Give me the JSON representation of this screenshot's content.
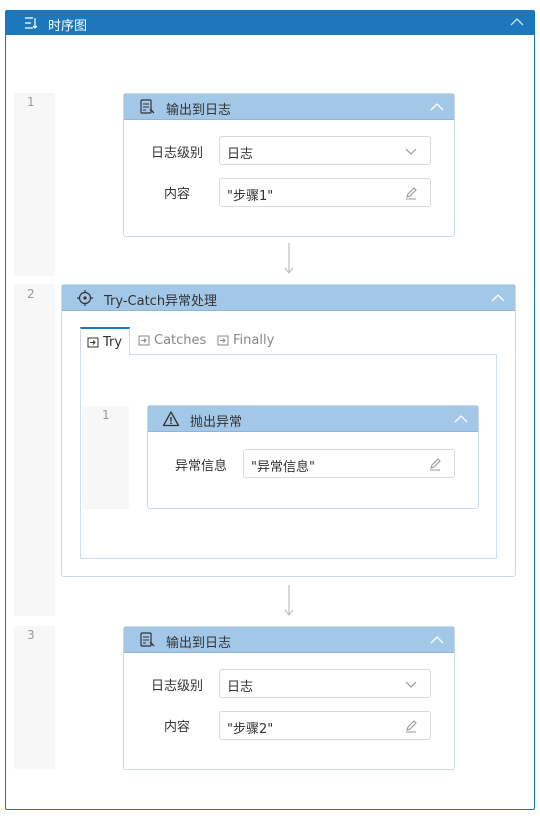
{
  "panel": {
    "title": "时序图",
    "colors": {
      "header": "#1d77bd",
      "card_header": "#a3c7e6"
    }
  },
  "steps": [
    {
      "number": "1",
      "title": "输出到日志",
      "icon": "log-output-icon",
      "fields": [
        {
          "label": "日志级别",
          "value": "日志",
          "control": "select"
        },
        {
          "label": "内容",
          "value": "\"步骤1\"",
          "control": "text"
        }
      ]
    },
    {
      "number": "2",
      "title": "Try-Catch异常处理",
      "icon": "crosshair-icon",
      "tabs": [
        {
          "label": "Try",
          "active": true
        },
        {
          "label": "Catches",
          "active": false
        },
        {
          "label": "Finally",
          "active": false
        }
      ],
      "inner": {
        "number": "1",
        "title": "抛出异常",
        "icon": "warning-icon",
        "fields": [
          {
            "label": "异常信息",
            "value": "\"异常信息\"",
            "control": "text"
          }
        ]
      }
    },
    {
      "number": "3",
      "title": "输出到日志",
      "icon": "log-output-icon",
      "fields": [
        {
          "label": "日志级别",
          "value": "日志",
          "control": "select"
        },
        {
          "label": "内容",
          "value": "\"步骤2\"",
          "control": "text"
        }
      ]
    }
  ]
}
